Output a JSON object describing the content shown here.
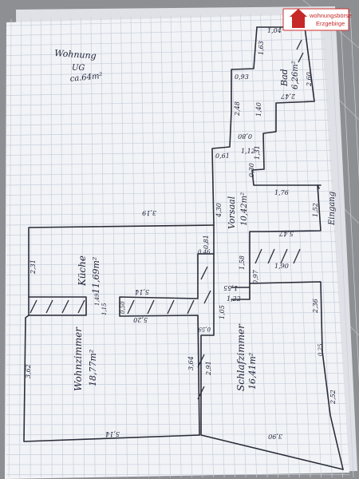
{
  "logo": {
    "line1": "wohnungsbörse",
    "line2": "Erzgebirge",
    "brand_color": "#c62828"
  },
  "notes": {
    "title": "Wohnung",
    "floor": "UG",
    "area": "ca.64m²"
  },
  "rooms": {
    "bad": {
      "name": "Bad",
      "area": "6,26m²"
    },
    "kueche": {
      "name": "Küche",
      "area": "11,69m²"
    },
    "vorsaal": {
      "name": "Vorsaal",
      "area": "10,42m²"
    },
    "eingang": {
      "name": "Eingang"
    },
    "wohnzimmer": {
      "name": "Wohnzimmer",
      "area": "18,77m²"
    },
    "schlafzimmer": {
      "name": "Schlafzimmer",
      "area": "16,41m²"
    }
  },
  "dimensions": {
    "d_104": "1,04",
    "d_163": "1,63",
    "d_260": "2,60",
    "d_093": "0,93",
    "d_248": "2,48",
    "d_140": "1,40",
    "d_247": "2,47",
    "d_080": "0,80",
    "d_061": "0,61",
    "d_112": "1,12",
    "d_131": "1,31",
    "d_030": "0,30",
    "d_176": "1,76",
    "d_430": "4,30",
    "d_152": "1,52",
    "d_547": "5,47",
    "d_319": "3,19",
    "d_231": "2,31",
    "d_081": "0,81",
    "d_046": "0,46",
    "d_158": "1,58",
    "d_190": "1,90",
    "d_097": "0,97",
    "d_155": "1,55",
    "d_514": "5,14",
    "d_122": "1,22",
    "d_236": "2,36",
    "d_105": "1,05",
    "d_149": "1,49",
    "d_115": "1,15",
    "d_050": "0,50",
    "d_520": "5,20",
    "d_059": "0,59",
    "d_025": "0,25",
    "d_362": "3,62",
    "d_364": "3,64",
    "d_291": "2,91",
    "d_252": "2,52",
    "d_514b": "5,14",
    "d_390": "3,90"
  }
}
